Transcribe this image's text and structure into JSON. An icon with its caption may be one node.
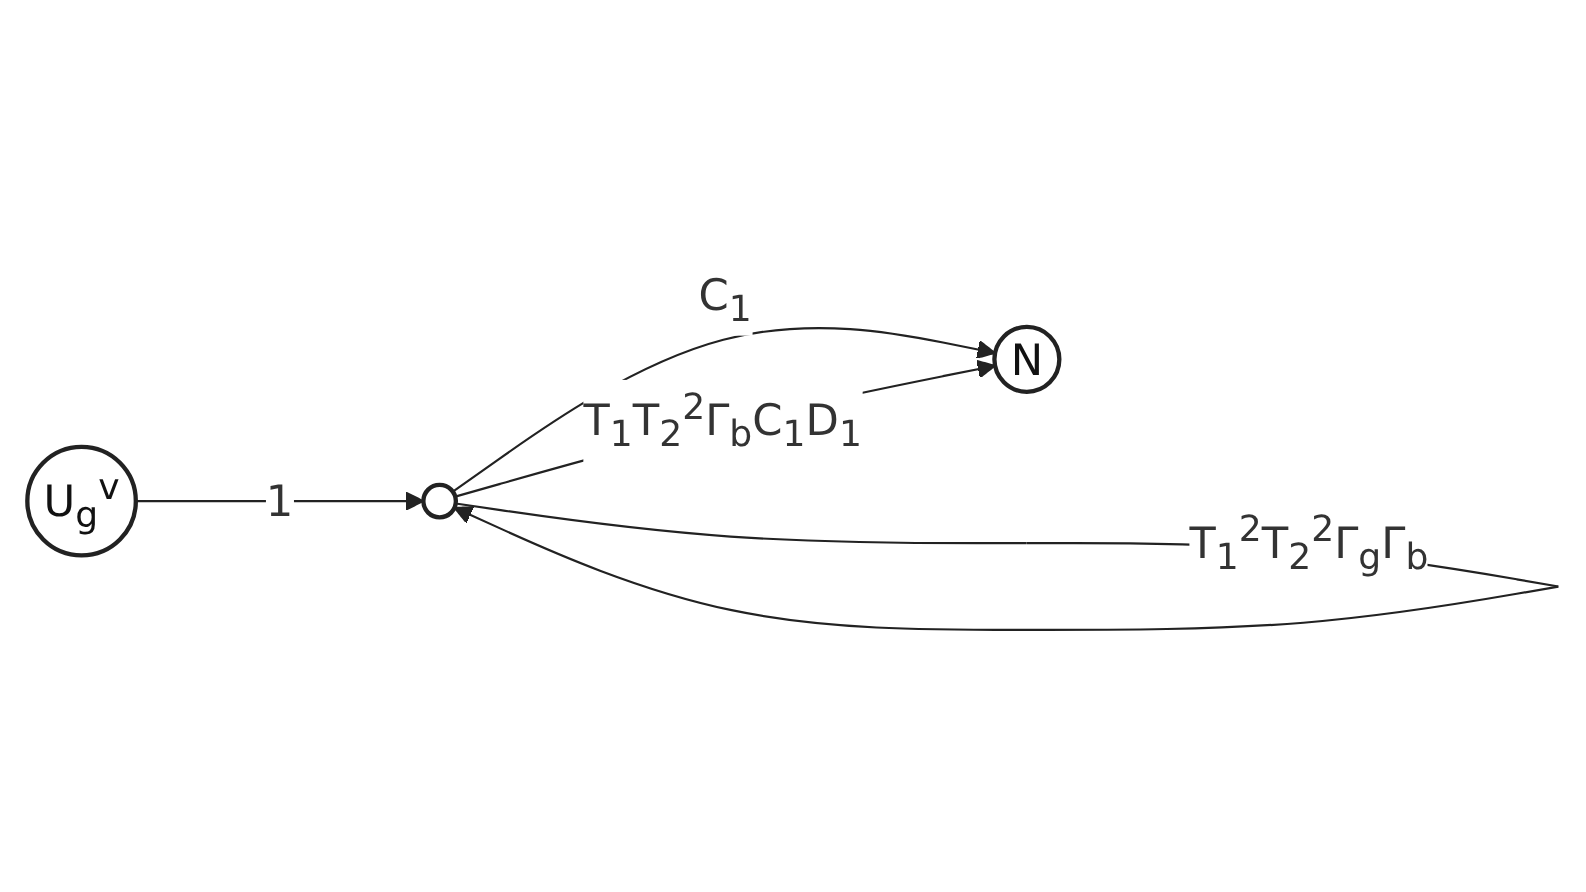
{
  "diagram": {
    "nodes": [
      {
        "text": [
          "U$_{g}$$^{v}$"
        ]
      },
      {
        "text": [],
        "shape": "circle"
      },
      {
        "text": [
          "N"
        ]
      }
    ],
    "edges": [
      {
        "from": 0,
        "to": 1,
        "arrow": "to",
        "label": "1"
      },
      {
        "from": 1,
        "to": 2,
        "arrow": "to",
        "label": "C$_{1}$"
      },
      {
        "from": 1,
        "to": 2,
        "arrow": "to",
        "label": "T$_{1}$T$_{2}$$^{2}$Γ$_{b}$C$_{1}$D$_{1}$"
      },
      {
        "from": 1,
        "to": 1,
        "arrow": "to",
        "label": "T$_{1}$$^{2}$T$_{2}$$^{2}$Γ$_{g}$Γ$_{b}$"
      }
    ]
  }
}
